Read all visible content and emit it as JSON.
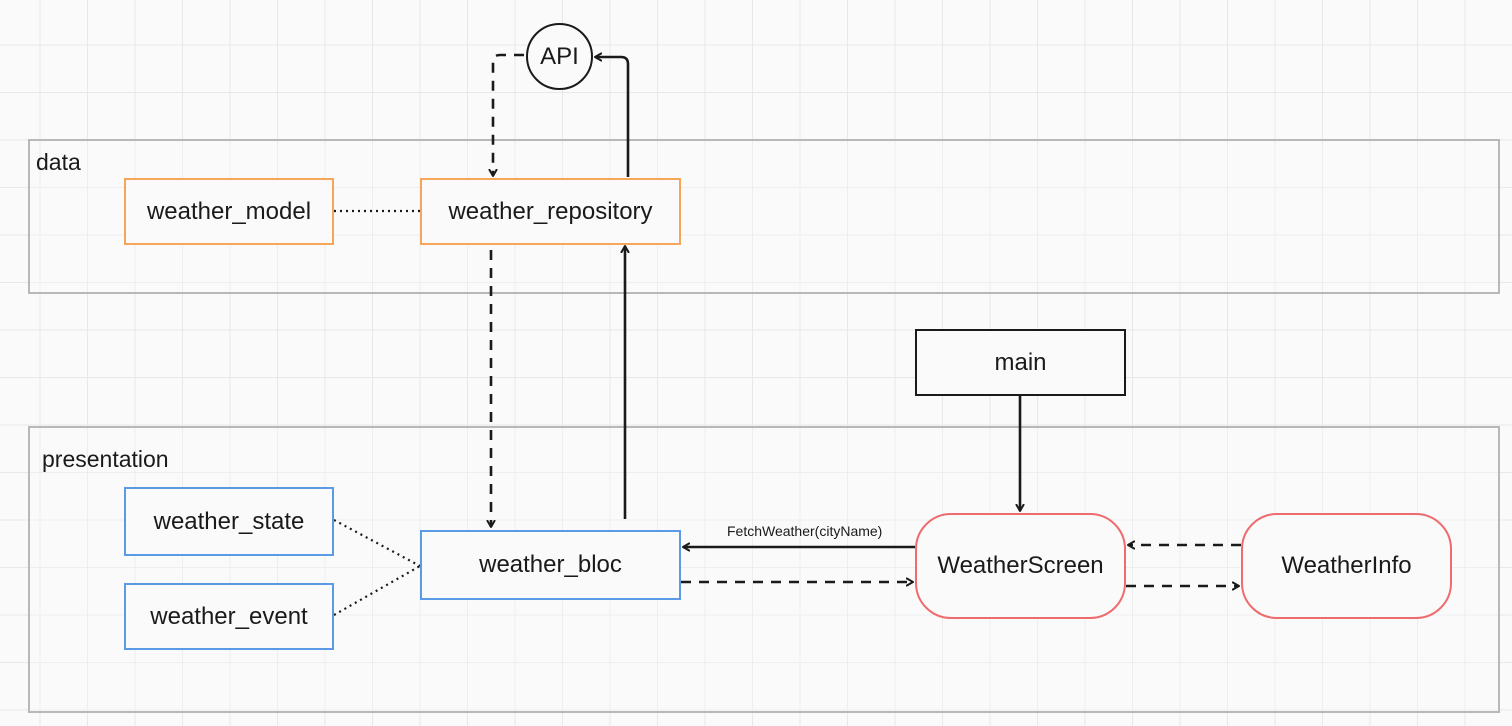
{
  "groups": {
    "data": "data",
    "presentation": "presentation"
  },
  "nodes": {
    "api": "API",
    "weather_model": "weather_model",
    "weather_repository": "weather_repository",
    "main": "main",
    "weather_state": "weather_state",
    "weather_event": "weather_event",
    "weather_bloc": "weather_bloc",
    "weather_screen": "WeatherScreen",
    "weather_info": "WeatherInfo"
  },
  "edges": {
    "fetch_label": "FetchWeather(cityName)"
  },
  "colors": {
    "data_layer_node": "#f5a65b",
    "bloc_node": "#5b9be6",
    "widget_node": "#ee6b6e",
    "entry_node": "#1a1a1a",
    "group_border": "#b8b8b8",
    "edge": "#1a1a1a"
  }
}
